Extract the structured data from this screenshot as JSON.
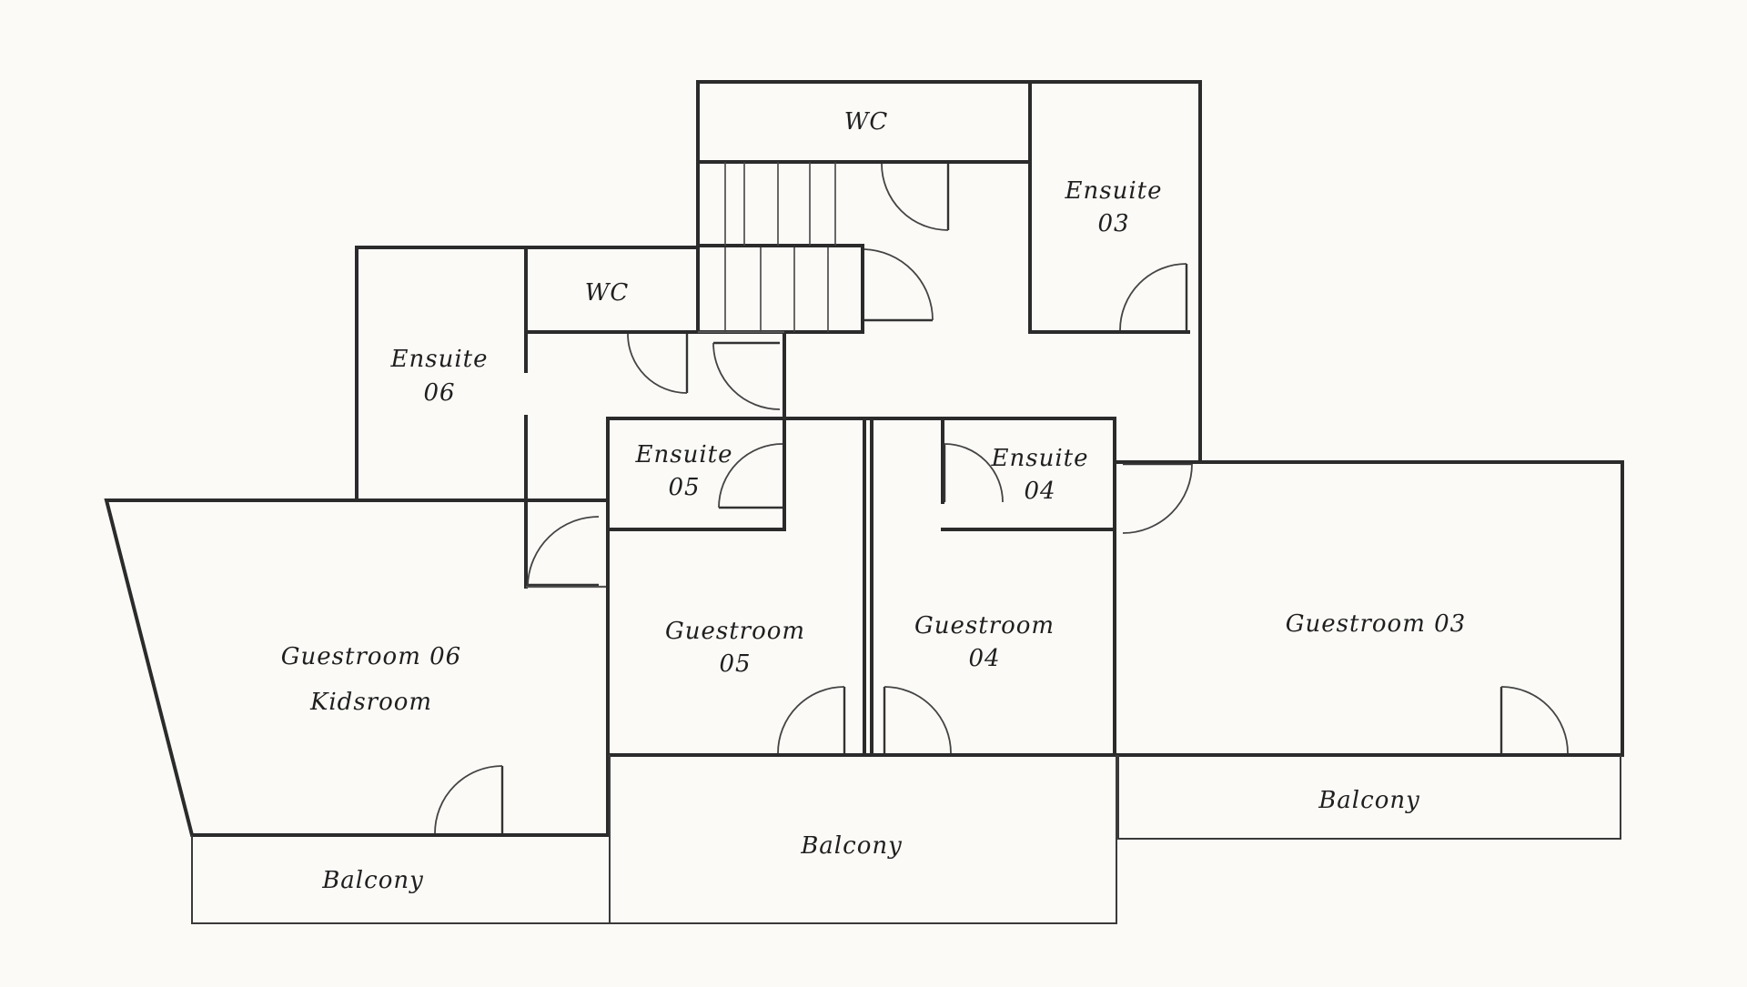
{
  "rooms": {
    "wc_top": "WC",
    "wc_left": "WC",
    "ensuite03": {
      "line1": "Ensuite",
      "line2": "03"
    },
    "ensuite06": {
      "line1": "Ensuite",
      "line2": "06"
    },
    "ensuite05": {
      "line1": "Ensuite",
      "line2": "05"
    },
    "ensuite04": {
      "line1": "Ensuite",
      "line2": "04"
    },
    "guest06": {
      "line1": "Guestroom 06",
      "line2": "Kidsroom"
    },
    "guest05": {
      "line1": "Guestroom",
      "line2": "05"
    },
    "guest04": {
      "line1": "Guestroom",
      "line2": "04"
    },
    "guest03": "Guestroom 03",
    "balcony_left": "Balcony",
    "balcony_mid": "Balcony",
    "balcony_right": "Balcony"
  }
}
